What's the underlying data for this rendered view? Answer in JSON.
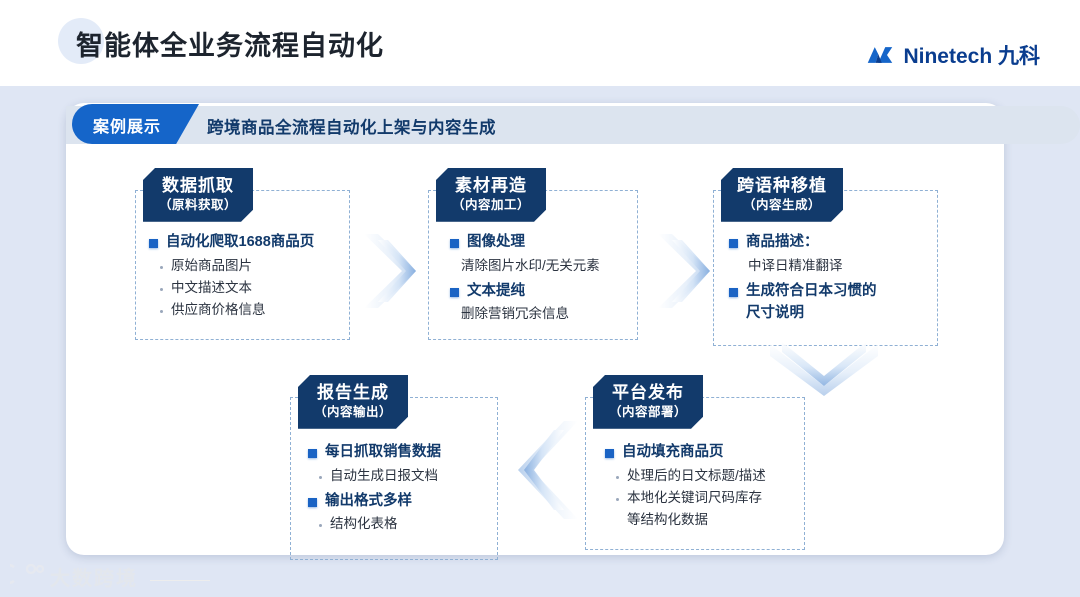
{
  "page": {
    "title": "智能体全业务流程自动化",
    "background_upper": "#ffffff",
    "background_lower": "#dfe6f4"
  },
  "brand": {
    "name": "Ninetech 九科",
    "logo_icon": "ninetech-mark-icon",
    "color": "#0a3d8f"
  },
  "banner": {
    "tag_label": "案例展示",
    "tag_color": "#1565c9",
    "title": "跨境商品全流程自动化上架与内容生成",
    "strip_color": "#dce4ef"
  },
  "flow": {
    "accent_dark": "#123a6b",
    "accent_blue": "#1a63c4",
    "cards": [
      {
        "id": "data-capture",
        "head_line1": "数据抓取",
        "head_line2": "（原料获取）",
        "items": [
          {
            "type": "main",
            "text": "自动化爬取1688商品页"
          },
          {
            "type": "sub",
            "text": "原始商品图片"
          },
          {
            "type": "sub",
            "text": "中文描述文本"
          },
          {
            "type": "sub",
            "text": "供应商价格信息"
          }
        ]
      },
      {
        "id": "material-rebuild",
        "head_line1": "素材再造",
        "head_line2": "（内容加工）",
        "items": [
          {
            "type": "main",
            "text": "图像处理"
          },
          {
            "type": "sub",
            "text": "清除图片水印/无关元素"
          },
          {
            "type": "main",
            "text": "文本提纯"
          },
          {
            "type": "sub",
            "text": "删除营销冗余信息"
          }
        ]
      },
      {
        "id": "cross-language",
        "head_line1": "跨语种移植",
        "head_line2": "（内容生成）",
        "items": [
          {
            "type": "main",
            "text": "商品描述："
          },
          {
            "type": "sub",
            "text": "中译日精准翻译"
          },
          {
            "type": "main",
            "text": "生成符合日本习惯的"
          },
          {
            "type": "main-cont",
            "text": "尺寸说明"
          }
        ]
      },
      {
        "id": "platform-publish",
        "head_line1": "平台发布",
        "head_line2": "（内容部署）",
        "items": [
          {
            "type": "main",
            "text": "自动填充商品页"
          },
          {
            "type": "sub",
            "text": "处理后的日文标题/描述"
          },
          {
            "type": "sub",
            "text": "本地化关键词尺码库存"
          },
          {
            "type": "sub-cont",
            "text": "等结构化数据"
          }
        ]
      },
      {
        "id": "report-generate",
        "head_line1": "报告生成",
        "head_line2": "（内容输出）",
        "items": [
          {
            "type": "main",
            "text": "每日抓取销售数据"
          },
          {
            "type": "sub",
            "text": "自动生成日报文档"
          },
          {
            "type": "main",
            "text": "输出格式多样"
          },
          {
            "type": "sub",
            "text": "结构化表格"
          }
        ]
      }
    ],
    "arrows": [
      {
        "id": "arrow-1-2",
        "direction": "right"
      },
      {
        "id": "arrow-2-3",
        "direction": "right"
      },
      {
        "id": "arrow-3-4",
        "direction": "down"
      },
      {
        "id": "arrow-4-5",
        "direction": "left"
      }
    ]
  },
  "watermark": {
    "text": "大数跨境",
    "icon": "dashu-logo-icon"
  }
}
